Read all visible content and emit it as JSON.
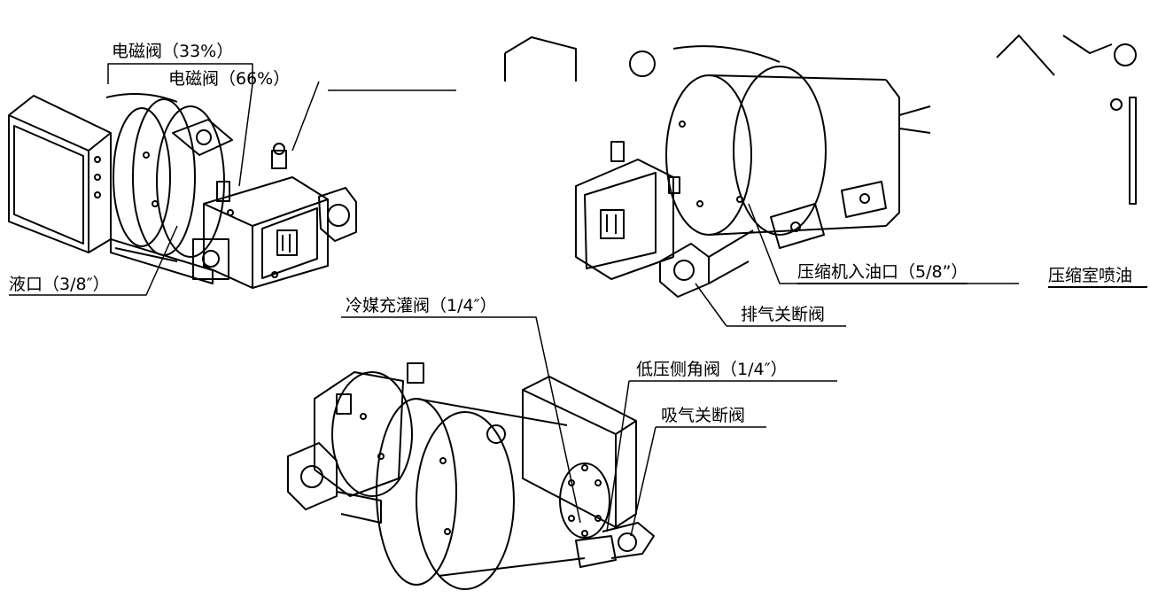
{
  "labels": {
    "solenoid_33": "电磁阀（33%）",
    "solenoid_66": "电磁阀（66%）",
    "liquid_port": "液口（3/8″）",
    "oil_inlet": "压缩机入油口（5/8”）",
    "discharge_valve": "排气关断阀",
    "chamber_injection": "压缩室喷油",
    "charge_valve": "冷媒充灌阀（1/4″）",
    "low_side_valve": "低压侧角阀（1/4″）",
    "suction_valve": "吸气关断阀"
  }
}
